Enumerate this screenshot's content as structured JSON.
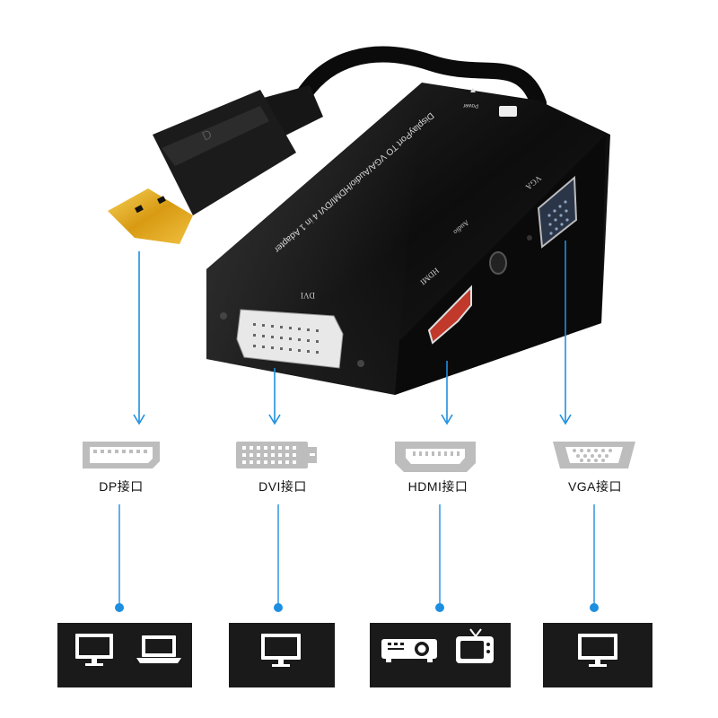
{
  "adapter": {
    "body_text": "DisplayPort TO VGA/Audio/HDMI/DVI 4 in 1 Adapter",
    "power_label": "Power",
    "vga_label": "VGA",
    "audio_label": "Audio",
    "hdmi_label": "HDMI",
    "dvi_label": "DVI"
  },
  "ports": [
    {
      "label": "DP接口",
      "icon": "displayport-icon",
      "devices": [
        "monitor-icon",
        "laptop-icon"
      ]
    },
    {
      "label": "DVI接口",
      "icon": "dvi-port-icon",
      "devices": [
        "monitor-icon"
      ]
    },
    {
      "label": "HDMI接口",
      "icon": "hdmi-port-icon",
      "devices": [
        "projector-icon",
        "tv-icon"
      ]
    },
    {
      "label": "VGA接口",
      "icon": "vga-port-icon",
      "devices": [
        "monitor-icon"
      ]
    }
  ],
  "colors": {
    "arrow_blue": "#1e8fe0",
    "adapter_black": "#111111",
    "connector_gold": "#e8b020",
    "port_icon_gray": "#b5b5b5",
    "device_box": "#1a1a1a"
  }
}
